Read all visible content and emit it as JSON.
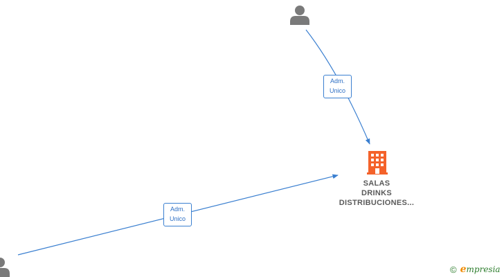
{
  "nodes": {
    "company": {
      "name_lines": [
        "SALAS",
        "DRINKS",
        "DISTRIBUCIONES..."
      ],
      "icon": "building-icon",
      "color": "#f4622a"
    },
    "people": [
      {
        "id": "person-top",
        "icon": "person-icon",
        "color": "#7a7a7a"
      },
      {
        "id": "person-bottom-left",
        "icon": "person-icon",
        "color": "#7a7a7a"
      }
    ]
  },
  "edges": [
    {
      "from": "person-top",
      "to": "company",
      "label_lines": [
        "Adm.",
        "Unico"
      ]
    },
    {
      "from": "person-bottom-left",
      "to": "company",
      "label_lines": [
        "Adm.",
        "Unico"
      ]
    }
  ],
  "edge_color": "#3a7fd0",
  "brand": {
    "copyright_symbol": "©",
    "initial": "e",
    "rest": "mpresia"
  }
}
